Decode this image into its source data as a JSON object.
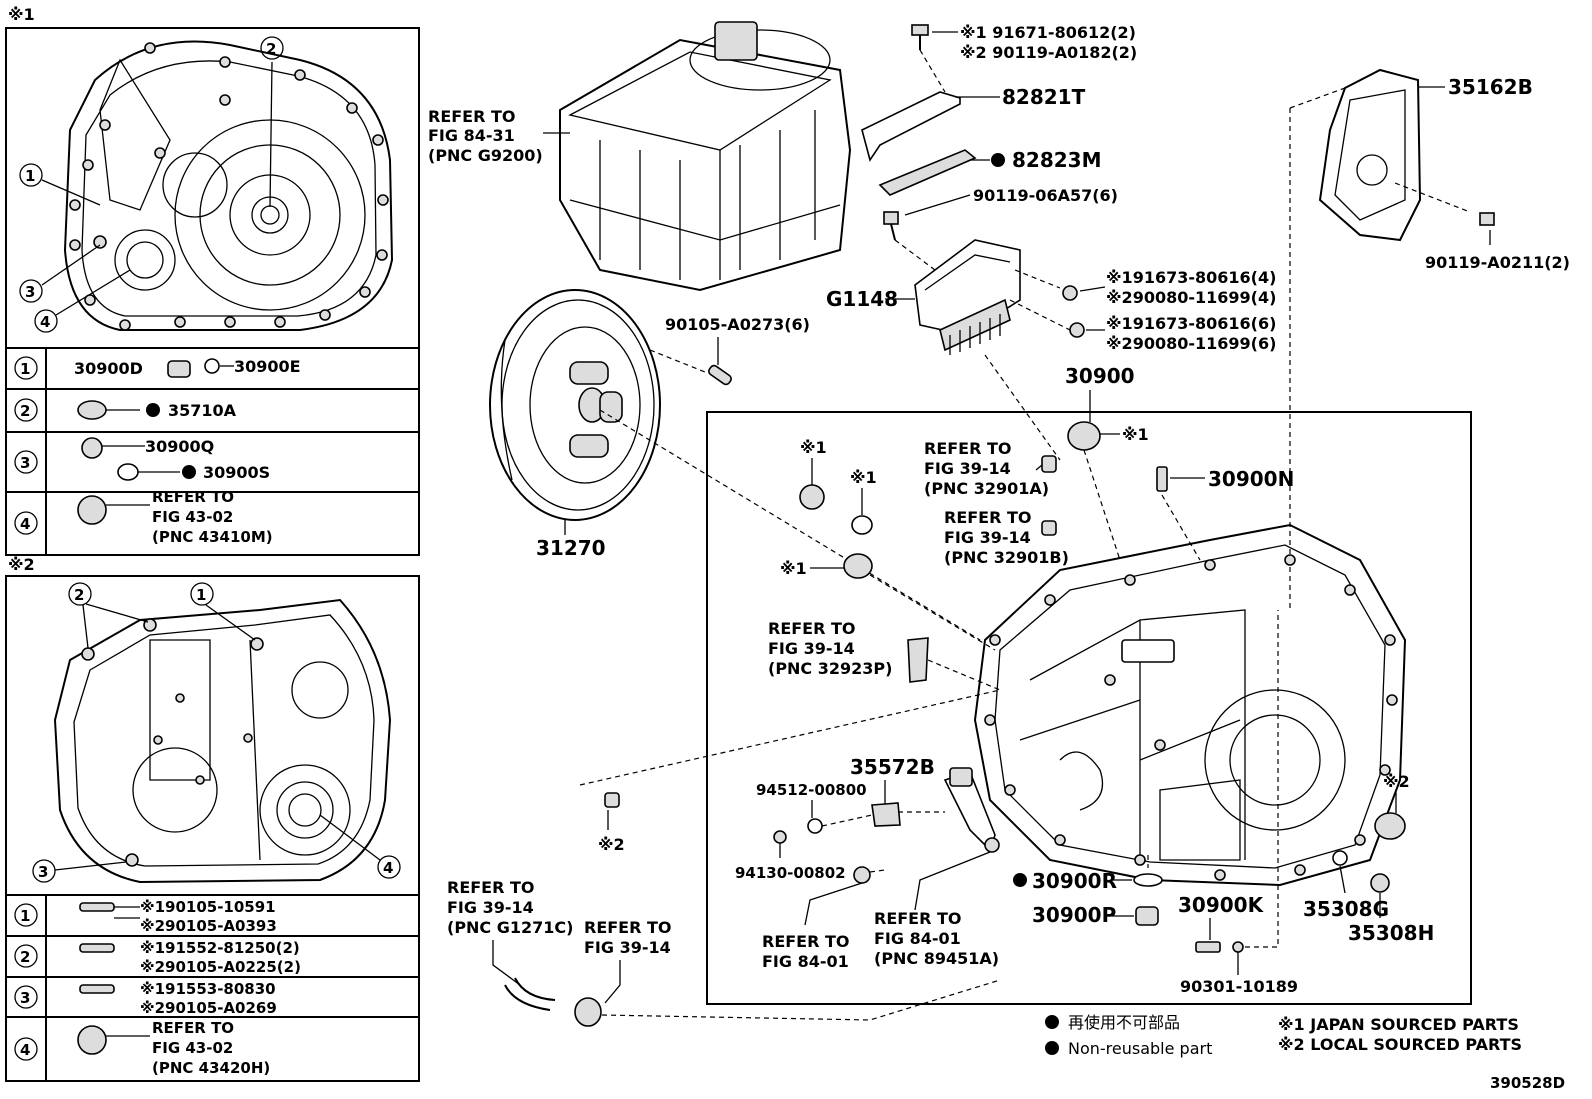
{
  "diagram_id": "390528D",
  "legend": {
    "dot_ja": "再使用不可部品",
    "dot_en": "Non-reusable part",
    "note1": "※1 JAPAN SOURCED PARTS",
    "note2": "※2 LOCAL SOURCED PARTS"
  },
  "panel1": {
    "marker": "※1",
    "rows": [
      {
        "num": "1",
        "a": "30900D",
        "b": "30900E"
      },
      {
        "num": "2",
        "a": "35710A"
      },
      {
        "num": "3",
        "a": "30900Q",
        "b": "30900S"
      },
      {
        "num": "4",
        "a": "REFER TO",
        "b": "FIG 43-02",
        "c": "(PNC 43410M)"
      }
    ]
  },
  "panel2": {
    "marker": "※2",
    "rows": [
      {
        "num": "1",
        "a": "※190105-10591",
        "b": "※290105-A0393"
      },
      {
        "num": "2",
        "a": "※191552-81250(2)",
        "b": "※290105-A0225(2)"
      },
      {
        "num": "3",
        "a": "※191553-80830",
        "b": "※290105-A0269"
      },
      {
        "num": "4",
        "a": "REFER TO",
        "b": "FIG 43-02",
        "c": "(PNC 43420H)"
      }
    ]
  },
  "callouts": {
    "refer_g9200": [
      "REFER TO",
      "FIG 84-31",
      "(PNC G9200)"
    ],
    "bolt_top_1": "※1 91671-80612(2)",
    "bolt_top_2": "※2 90119-A0182(2)",
    "p82821T": "82821T",
    "p82823M": "82823M",
    "p90119_06A57": "90119-06A57(6)",
    "p35162B": "35162B",
    "p90119_A0211": "90119-A0211(2)",
    "pG1148": "G1148",
    "bolt_mid_1": "※191673-80616(4)",
    "bolt_mid_2": "※290080-11699(4)",
    "bolt_low_1": "※191673-80616(6)",
    "bolt_low_2": "※290080-11699(6)",
    "p90105_A0273": "90105-A0273(6)",
    "p30900": "30900",
    "p31270": "31270",
    "x1": "※1",
    "x2": "※2",
    "refer_32901A": [
      "REFER TO",
      "FIG 39-14",
      "(PNC 32901A)"
    ],
    "refer_32901B": [
      "REFER TO",
      "FIG 39-14",
      "(PNC 32901B)"
    ],
    "p30900N": "30900N",
    "refer_32923P": [
      "REFER TO",
      "FIG 39-14",
      "(PNC 32923P)"
    ],
    "p35572B": "35572B",
    "p94512": "94512-00800",
    "p94130": "94130-00802",
    "refer_84_01a": [
      "REFER TO",
      "FIG 84-01"
    ],
    "refer_84_01b": [
      "REFER TO",
      "FIG 84-01",
      "(PNC 89451A)"
    ],
    "p30900R": "30900R",
    "p30900P": "30900P",
    "p30900K": "30900K",
    "p90301": "90301-10189",
    "p35308G": "35308G",
    "p35308H": "35308H",
    "refer_G1271C": [
      "REFER TO",
      "FIG 39-14",
      "(PNC G1271C)"
    ],
    "refer_39_14": [
      "REFER TO",
      "FIG 39-14"
    ]
  }
}
